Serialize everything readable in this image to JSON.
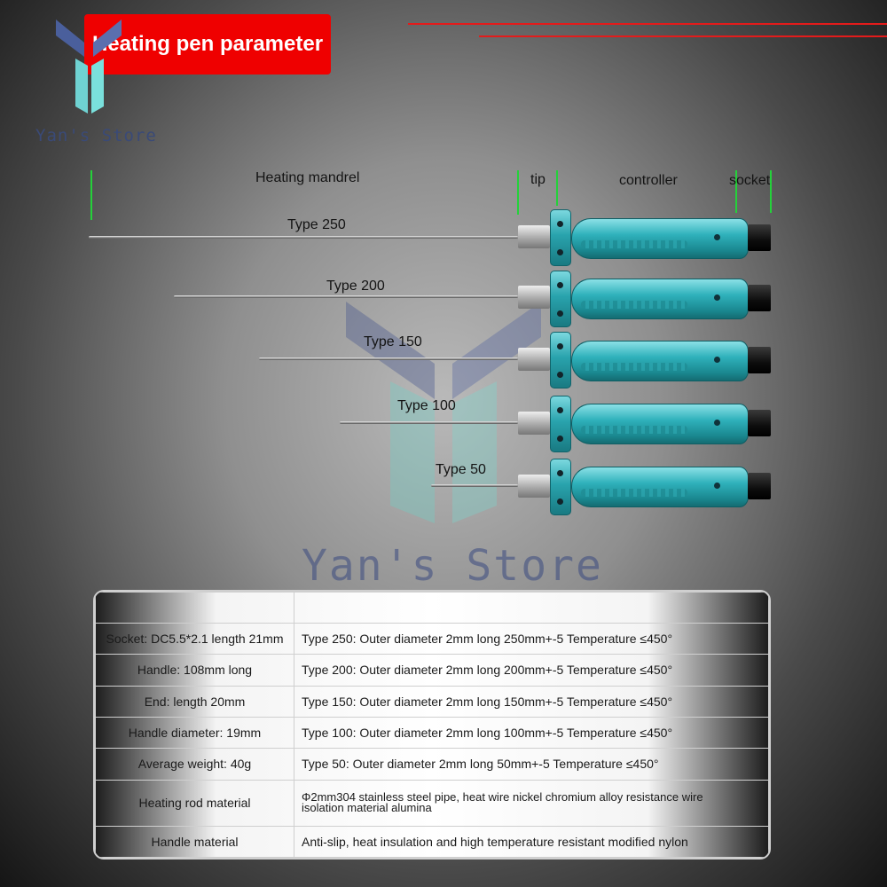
{
  "header": {
    "title": "Heating pen parameter"
  },
  "brand": {
    "store_name": "Yan's Store"
  },
  "section_labels": {
    "mandrel": "Heating mandrel",
    "tip": "tip",
    "controller": "controller",
    "socket": "socket"
  },
  "pens": [
    {
      "label": "Type 250"
    },
    {
      "label": "Type 200"
    },
    {
      "label": "Type 150"
    },
    {
      "label": "Type 100"
    },
    {
      "label": "Type 50"
    }
  ],
  "specs": {
    "header": {
      "left": "",
      "right": ""
    },
    "rows": [
      {
        "left": "Socket: DC5.5*2.1 length 21mm",
        "right": "Type 250: Outer diameter 2mm long 250mm+-5 Temperature ≤450°"
      },
      {
        "left": "Handle: 108mm long",
        "right": "Type 200: Outer diameter 2mm long 200mm+-5 Temperature ≤450°"
      },
      {
        "left": "End: length 20mm",
        "right": "Type 150: Outer diameter 2mm long 150mm+-5 Temperature ≤450°"
      },
      {
        "left": "Handle diameter: 19mm",
        "right": "Type 100: Outer diameter 2mm long 100mm+-5 Temperature ≤450°"
      },
      {
        "left": "Average weight: 40g",
        "right": "Type 50: Outer diameter 2mm long 50mm+-5 Temperature ≤450°"
      },
      {
        "left": "Heating rod material",
        "right_line1": "Φ2mm304 stainless steel pipe, heat wire nickel chromium alloy resistance wire",
        "right_line2": "isolation material alumina"
      },
      {
        "left": "Handle material",
        "right": "Anti-slip, heat insulation and high temperature resistant modified nylon"
      }
    ]
  },
  "colors": {
    "title_bg": "#ef0000",
    "accent_red": "#e41b1b",
    "handle_teal": "#2fb1bb",
    "marker_green": "#24d13a"
  }
}
